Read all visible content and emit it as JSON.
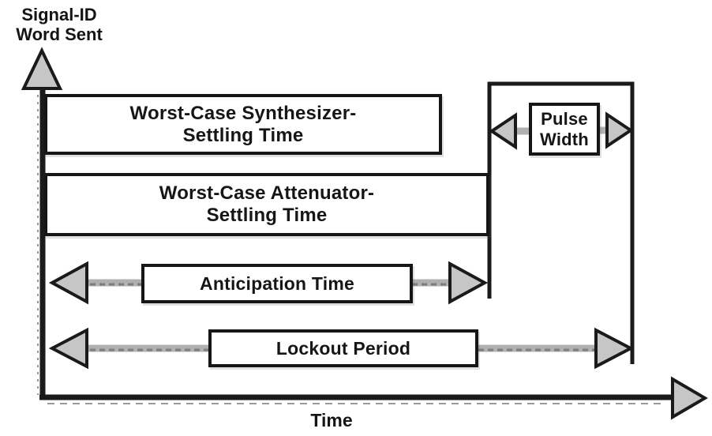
{
  "diagram": {
    "type": "timing-diagram",
    "y_axis_label": {
      "line1": "Signal-ID",
      "line2": "Word Sent"
    },
    "x_axis_label": "Time",
    "bars": {
      "synthesizer": {
        "line1": "Worst-Case Synthesizer-",
        "line2": "Settling Time"
      },
      "attenuator": {
        "line1": "Worst-Case Attenuator-",
        "line2": "Settling Time"
      },
      "anticipation": {
        "label": "Anticipation Time"
      },
      "lockout": {
        "label": "Lockout Period"
      },
      "pulse_width": {
        "line1": "Pulse",
        "line2": "Width"
      }
    },
    "colors": {
      "ink": "#1a1a1a",
      "arrow_fill": "#c6c6c6",
      "arrow_shaft": "#b0b0b0",
      "background": "#ffffff"
    }
  }
}
